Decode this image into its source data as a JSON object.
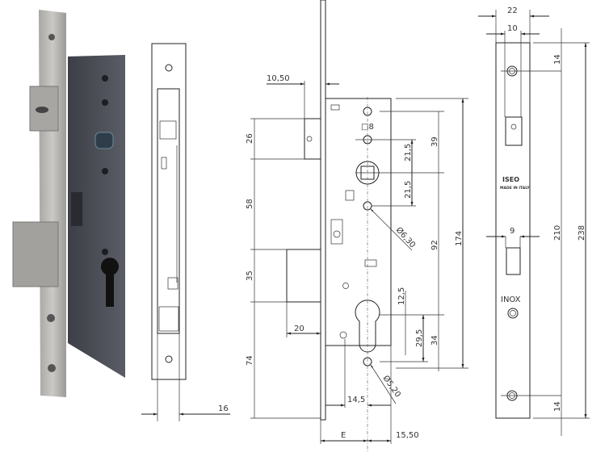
{
  "title": "Mortise lock technical drawing",
  "side_view": {
    "width_label": "16"
  },
  "front_view": {
    "backset_plate": "10,50",
    "latch_height": "26",
    "gap_58": "58",
    "bolt_height": "35",
    "bottom_74": "74",
    "bolt_throw": "20",
    "spindle_square": "□8",
    "upper_21": "21,5",
    "lower_21": "21,5",
    "d39": "39",
    "d92": "92",
    "d174": "174",
    "hole_upper": "Ø6,30",
    "hole_lower": "Ø5,20",
    "d12": "12,5",
    "d29": "29,5",
    "d34": "34",
    "d14_5": "14,5",
    "backset": "E",
    "d15_50": "15,50"
  },
  "faceplate_view": {
    "width_22": "22",
    "width_10": "10",
    "top_14": "14",
    "bottom_14": "14",
    "d210": "210",
    "d238": "238",
    "slot_9": "9",
    "brand": "ISEO",
    "made_in": "MADE IN ITALY",
    "material": "INOX"
  },
  "colors": {
    "lock_body": "#4a4d55",
    "steel": "#b8b6b2",
    "line": "#222222"
  }
}
